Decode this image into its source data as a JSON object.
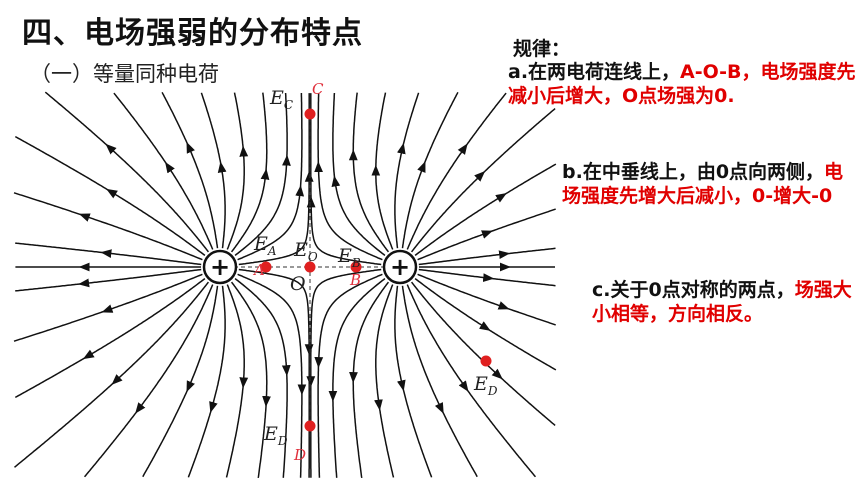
{
  "title": "四、电场强弱的分布特点",
  "subtitle": "（一）等量同种电荷",
  "rules": {
    "heading": "规律：",
    "a": {
      "prefix": "a.在两电荷连线上，",
      "red": "A-O-B，电场强度先减小后增大，O点场强为0."
    },
    "b": {
      "prefix": "b.在中垂线上，由0点向两侧，",
      "red": "电场强度先增大后减小，0-增大-0"
    },
    "c": {
      "prefix": "c.关于0点对称的两点，",
      "red": "场强大小相等，方向相反。"
    }
  },
  "diagram": {
    "charge_symbol": "+",
    "labels": {
      "E": "E",
      "sub_A": "A",
      "sub_O": "O",
      "sub_B": "B",
      "sub_C": "C",
      "sub_D": "D",
      "center": "O",
      "point_A": "A",
      "point_B": "B",
      "point_C": "C",
      "point_D": "D"
    }
  },
  "colors": {
    "accent_red": "#e00000",
    "point_red": "#e02020",
    "line": "#111111"
  }
}
